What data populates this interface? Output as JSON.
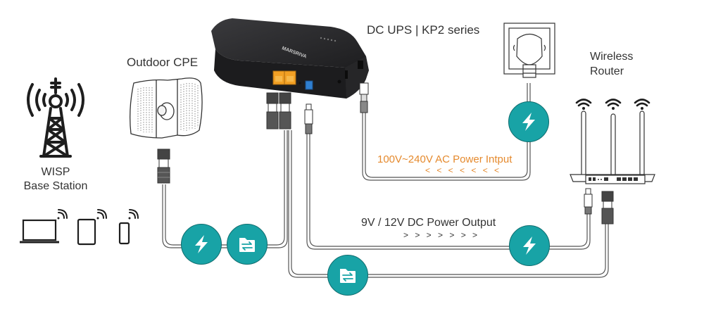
{
  "diagram": {
    "title": "DC UPS | KP2 series",
    "nodes": {
      "outdoor_cpe": {
        "label": "Outdoor CPE"
      },
      "wisp_base_station": {
        "label": "WISP Base Station",
        "line1": "WISP",
        "line2": "Base Station"
      },
      "ups": {
        "label": "DC UPS | KP2 series",
        "brand_text": "MARSRIVA"
      },
      "router": {
        "label": "Wireless Router",
        "line1": "Wireless",
        "line2": "Router"
      },
      "wall_outlet": {
        "label": "wall outlet"
      },
      "client_devices": [
        "laptop",
        "tablet",
        "smartphone"
      ]
    },
    "connections": {
      "ac_input": {
        "label": "100V~240V AC Power Intput",
        "arrows": "< < < < < < <",
        "direction": "outlet-to-ups"
      },
      "dc_output": {
        "label": "9V / 12V DC Power Output",
        "arrows": "> > > > > > >",
        "direction": "ups-to-router"
      }
    },
    "badges": [
      {
        "type": "power",
        "icon": "lightning-icon",
        "location": "ac-input-cable"
      },
      {
        "type": "power",
        "icon": "lightning-icon",
        "location": "cpe-poe-cable"
      },
      {
        "type": "data",
        "icon": "data-transfer-icon",
        "location": "cpe-poe-cable"
      },
      {
        "type": "data",
        "icon": "data-transfer-icon",
        "location": "router-ethernet-cable"
      },
      {
        "type": "power",
        "icon": "lightning-icon",
        "location": "dc-output-cable"
      }
    ],
    "colors": {
      "badge_teal": "#18a3a6",
      "badge_border": "#106d6f",
      "ac_label_orange": "#e58a2e",
      "ups_body": "#2a2a2c",
      "ethernet_port_orange": "#f2a024",
      "dc_port_blue": "#2f7fd0",
      "cable_gray": "#555555"
    }
  }
}
